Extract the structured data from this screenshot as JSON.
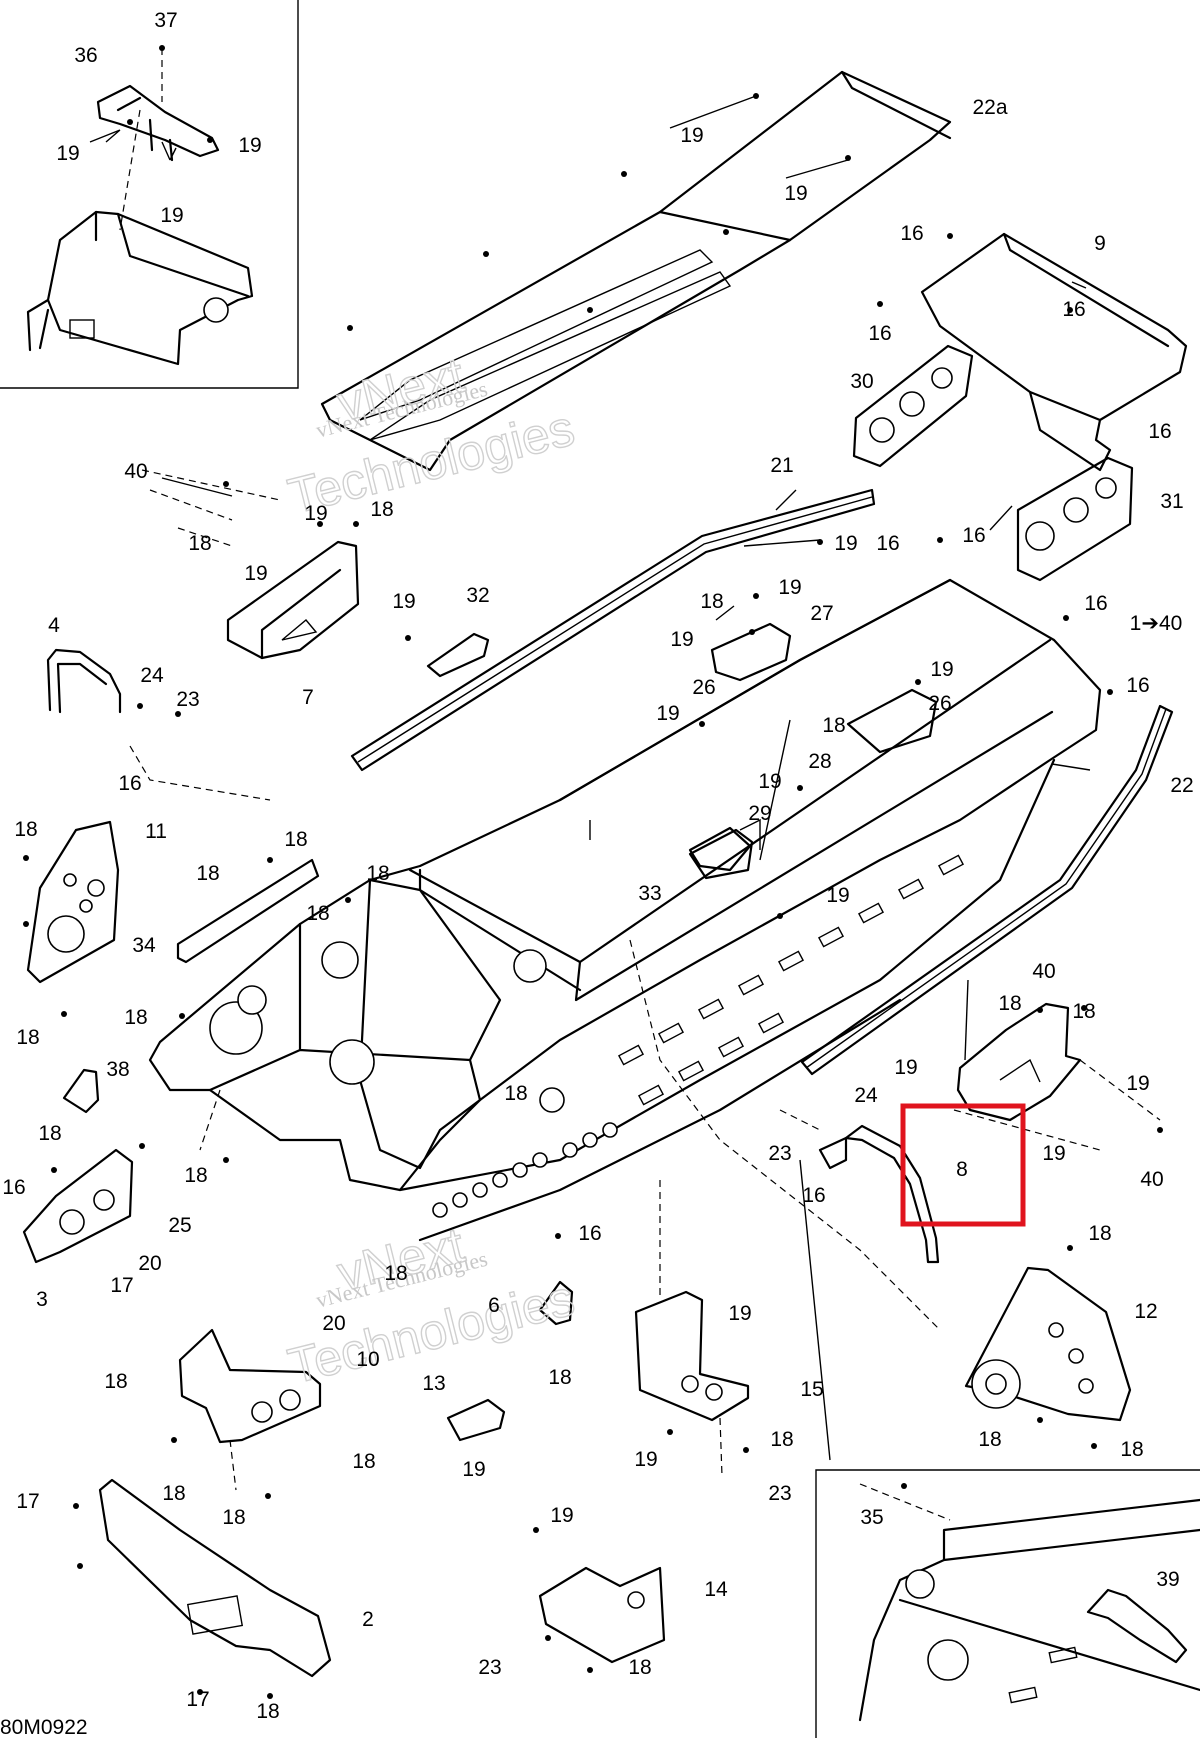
{
  "diagram": {
    "drawing_code": "80M0922",
    "watermark_top": "vNext Technologies",
    "watermark_bottom": "vNext Technologies",
    "highlight_color": "#e0141e",
    "highlighted_part": "8",
    "callouts": [
      {
        "id": "c37",
        "text": "37"
      },
      {
        "id": "c36",
        "text": "36"
      },
      {
        "id": "c19a",
        "text": "19"
      },
      {
        "id": "c19b",
        "text": "19"
      },
      {
        "id": "c19c",
        "text": "19"
      },
      {
        "id": "c22a",
        "text": "22a"
      },
      {
        "id": "c19d",
        "text": "19"
      },
      {
        "id": "c19e",
        "text": "19"
      },
      {
        "id": "c16a",
        "text": "16"
      },
      {
        "id": "c9",
        "text": "9"
      },
      {
        "id": "c16b",
        "text": "16"
      },
      {
        "id": "c16c",
        "text": "16"
      },
      {
        "id": "c30",
        "text": "30"
      },
      {
        "id": "c16d",
        "text": "16"
      },
      {
        "id": "c31",
        "text": "31"
      },
      {
        "id": "c40a",
        "text": "40"
      },
      {
        "id": "c19f",
        "text": "19"
      },
      {
        "id": "c18a",
        "text": "18"
      },
      {
        "id": "c18b",
        "text": "18"
      },
      {
        "id": "c19g",
        "text": "19"
      },
      {
        "id": "c7",
        "text": "7"
      },
      {
        "id": "c21",
        "text": "21"
      },
      {
        "id": "c19h",
        "text": "19"
      },
      {
        "id": "c16e",
        "text": "16"
      },
      {
        "id": "c16f",
        "text": "16"
      },
      {
        "id": "c16g",
        "text": "16"
      },
      {
        "id": "c1to40",
        "text": "1➔40"
      },
      {
        "id": "c19i",
        "text": "19"
      },
      {
        "id": "c32",
        "text": "32"
      },
      {
        "id": "c18c",
        "text": "18"
      },
      {
        "id": "c19j",
        "text": "19"
      },
      {
        "id": "c27",
        "text": "27"
      },
      {
        "id": "c19k",
        "text": "19"
      },
      {
        "id": "c4",
        "text": "4"
      },
      {
        "id": "c24a",
        "text": "24"
      },
      {
        "id": "c23a",
        "text": "23"
      },
      {
        "id": "c26a",
        "text": "26"
      },
      {
        "id": "c19l",
        "text": "19"
      },
      {
        "id": "c16h",
        "text": "16"
      },
      {
        "id": "c19m",
        "text": "19"
      },
      {
        "id": "c26b",
        "text": "26"
      },
      {
        "id": "c18d",
        "text": "18"
      },
      {
        "id": "c28",
        "text": "28"
      },
      {
        "id": "c22",
        "text": "22"
      },
      {
        "id": "c16i",
        "text": "16"
      },
      {
        "id": "c19n",
        "text": "19"
      },
      {
        "id": "c29",
        "text": "29"
      },
      {
        "id": "c18e",
        "text": "18"
      },
      {
        "id": "c11",
        "text": "11"
      },
      {
        "id": "c18f",
        "text": "18"
      },
      {
        "id": "c18g",
        "text": "18"
      },
      {
        "id": "c18h",
        "text": "18"
      },
      {
        "id": "c18i",
        "text": "18"
      },
      {
        "id": "c33",
        "text": "33"
      },
      {
        "id": "c19o",
        "text": "19"
      },
      {
        "id": "c34",
        "text": "34"
      },
      {
        "id": "c40b",
        "text": "40"
      },
      {
        "id": "c18j",
        "text": "18"
      },
      {
        "id": "c18k",
        "text": "18"
      },
      {
        "id": "c18l",
        "text": "18"
      },
      {
        "id": "c18m",
        "text": "18"
      },
      {
        "id": "c19p",
        "text": "19"
      },
      {
        "id": "c38",
        "text": "38"
      },
      {
        "id": "c19q",
        "text": "19"
      },
      {
        "id": "c18n",
        "text": "18"
      },
      {
        "id": "c24b",
        "text": "24"
      },
      {
        "id": "c18o",
        "text": "18"
      },
      {
        "id": "c23b",
        "text": "23"
      },
      {
        "id": "c8",
        "text": "8"
      },
      {
        "id": "c19r",
        "text": "19"
      },
      {
        "id": "c40c",
        "text": "40"
      },
      {
        "id": "c18p",
        "text": "18"
      },
      {
        "id": "c16j",
        "text": "16"
      },
      {
        "id": "c16k",
        "text": "16"
      },
      {
        "id": "c25",
        "text": "25"
      },
      {
        "id": "c16l",
        "text": "16"
      },
      {
        "id": "c18q",
        "text": "18"
      },
      {
        "id": "c20a",
        "text": "20"
      },
      {
        "id": "c17a",
        "text": "17"
      },
      {
        "id": "c3",
        "text": "3"
      },
      {
        "id": "c18r",
        "text": "18"
      },
      {
        "id": "c12",
        "text": "12"
      },
      {
        "id": "c6",
        "text": "6"
      },
      {
        "id": "c20b",
        "text": "20"
      },
      {
        "id": "c19s",
        "text": "19"
      },
      {
        "id": "c10",
        "text": "10"
      },
      {
        "id": "c18s",
        "text": "18"
      },
      {
        "id": "c18t",
        "text": "18"
      },
      {
        "id": "c15",
        "text": "15"
      },
      {
        "id": "c13",
        "text": "13"
      },
      {
        "id": "c18u",
        "text": "18"
      },
      {
        "id": "c18v",
        "text": "18"
      },
      {
        "id": "c18w",
        "text": "18"
      },
      {
        "id": "c19t",
        "text": "19"
      },
      {
        "id": "c19u",
        "text": "19"
      },
      {
        "id": "c18x",
        "text": "18"
      },
      {
        "id": "c18y",
        "text": "18"
      },
      {
        "id": "c23c",
        "text": "23"
      },
      {
        "id": "c17b",
        "text": "17"
      },
      {
        "id": "c35",
        "text": "35"
      },
      {
        "id": "c19v",
        "text": "19"
      },
      {
        "id": "c18z",
        "text": "18"
      },
      {
        "id": "c39",
        "text": "39"
      },
      {
        "id": "c14",
        "text": "14"
      },
      {
        "id": "c2",
        "text": "2"
      },
      {
        "id": "c23d",
        "text": "23"
      },
      {
        "id": "c18aa",
        "text": "18"
      },
      {
        "id": "c17c",
        "text": "17"
      },
      {
        "id": "c18ab",
        "text": "18"
      }
    ]
  }
}
